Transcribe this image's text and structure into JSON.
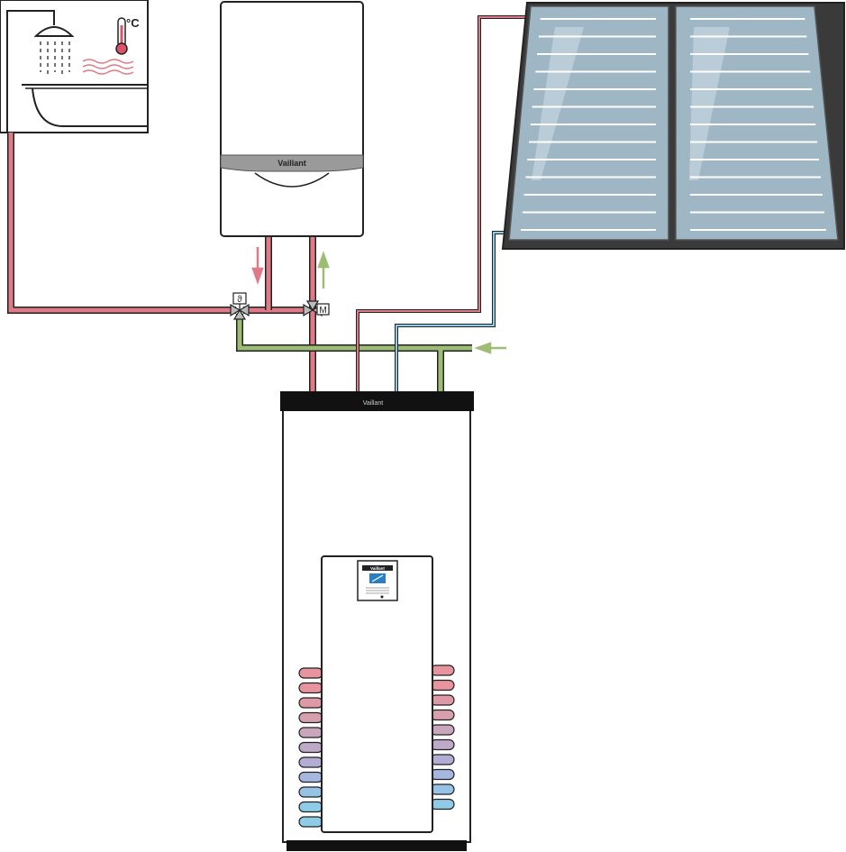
{
  "boiler": {
    "brand": "Vaillant"
  },
  "cylinder": {
    "brand": "Vaillant"
  },
  "controller": {
    "brand": "Vaillant"
  },
  "bathroom": {
    "temp_unit": "°C"
  },
  "valves": {
    "thermostatic_symbol": "ϑ",
    "motorised_symbol": "M"
  },
  "colors": {
    "hot": "#e07a86",
    "cold": "#8ecbe6",
    "return": "#9dbd74",
    "outline": "#222222",
    "glass": "#9fb6c4",
    "frame": "#3a3a3a"
  },
  "coil_stripes": {
    "left": [
      "#e8949e",
      "#e8949e",
      "#dd9aa6",
      "#d8a0ae",
      "#caa6bd",
      "#bfa9c8",
      "#b2aed3",
      "#a6b7df",
      "#97c2e8",
      "#8ecbe6",
      "#8ecbe6"
    ],
    "right": [
      "#e8949e",
      "#e8949e",
      "#dd9aa6",
      "#d8a0ae",
      "#caa6bd",
      "#bfa9c8",
      "#b2aed3",
      "#a6b7df",
      "#97c2e8",
      "#8ecbe6"
    ]
  }
}
